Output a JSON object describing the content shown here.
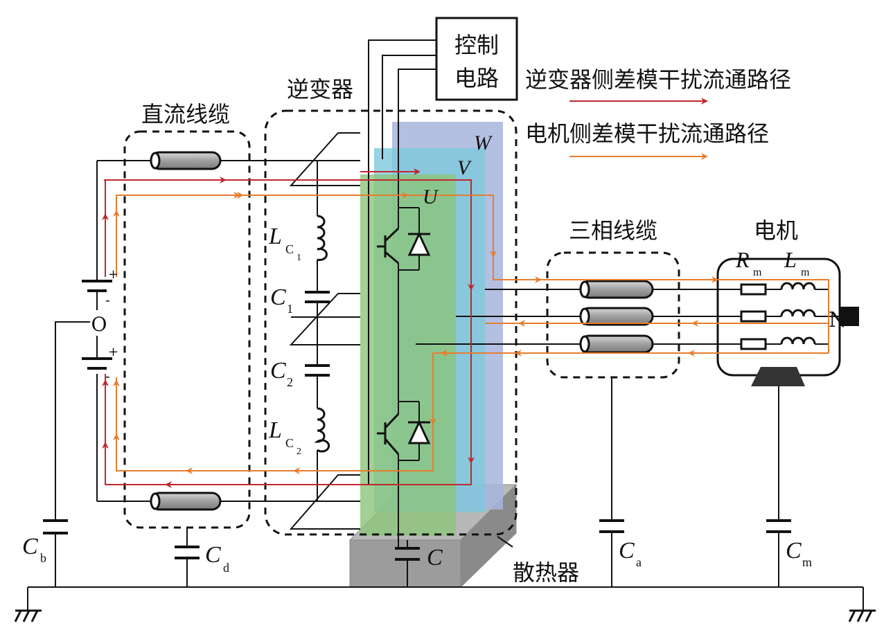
{
  "labels": {
    "control_circuit_line1": "控制",
    "control_circuit_line2": "电路",
    "inverter": "逆变器",
    "dc_cable": "直流线缆",
    "three_phase_cable": "三相线缆",
    "motor": "电机",
    "heatsink": "散热器",
    "midpoint": "O",
    "neutral": "N",
    "phase_u": "U",
    "phase_v": "V",
    "phase_w": "W",
    "plus": "+",
    "minus": "-"
  },
  "legend": {
    "inverter_side": "逆变器侧差模干扰流通路径",
    "motor_side": "电机侧差模干扰流通路径"
  },
  "components": {
    "Lc1": {
      "main": "L",
      "sub": "C",
      "subsub": "1"
    },
    "Lc2": {
      "main": "L",
      "sub": "C",
      "subsub": "2"
    },
    "C1": {
      "main": "C",
      "sub": "1"
    },
    "C2": {
      "main": "C",
      "sub": "2"
    },
    "Cb": {
      "main": "C",
      "sub": "b"
    },
    "Cd": {
      "main": "C",
      "sub": "d"
    },
    "C": {
      "main": "C"
    },
    "Ca": {
      "main": "C",
      "sub": "a"
    },
    "Cm": {
      "main": "C",
      "sub": "m"
    },
    "Rm": {
      "main": "R",
      "sub": "m"
    },
    "Lm": {
      "main": "L",
      "sub": "m"
    }
  },
  "colors": {
    "inverter_path": "#c0272d",
    "motor_path": "#e87d2e",
    "phase_u_fill": "#8cc47a",
    "phase_v_fill": "#7ec8dc",
    "phase_w_fill": "#a7b5dc",
    "heatsink": "#9a9a9a",
    "cable_fill": "#a8a8a8"
  }
}
